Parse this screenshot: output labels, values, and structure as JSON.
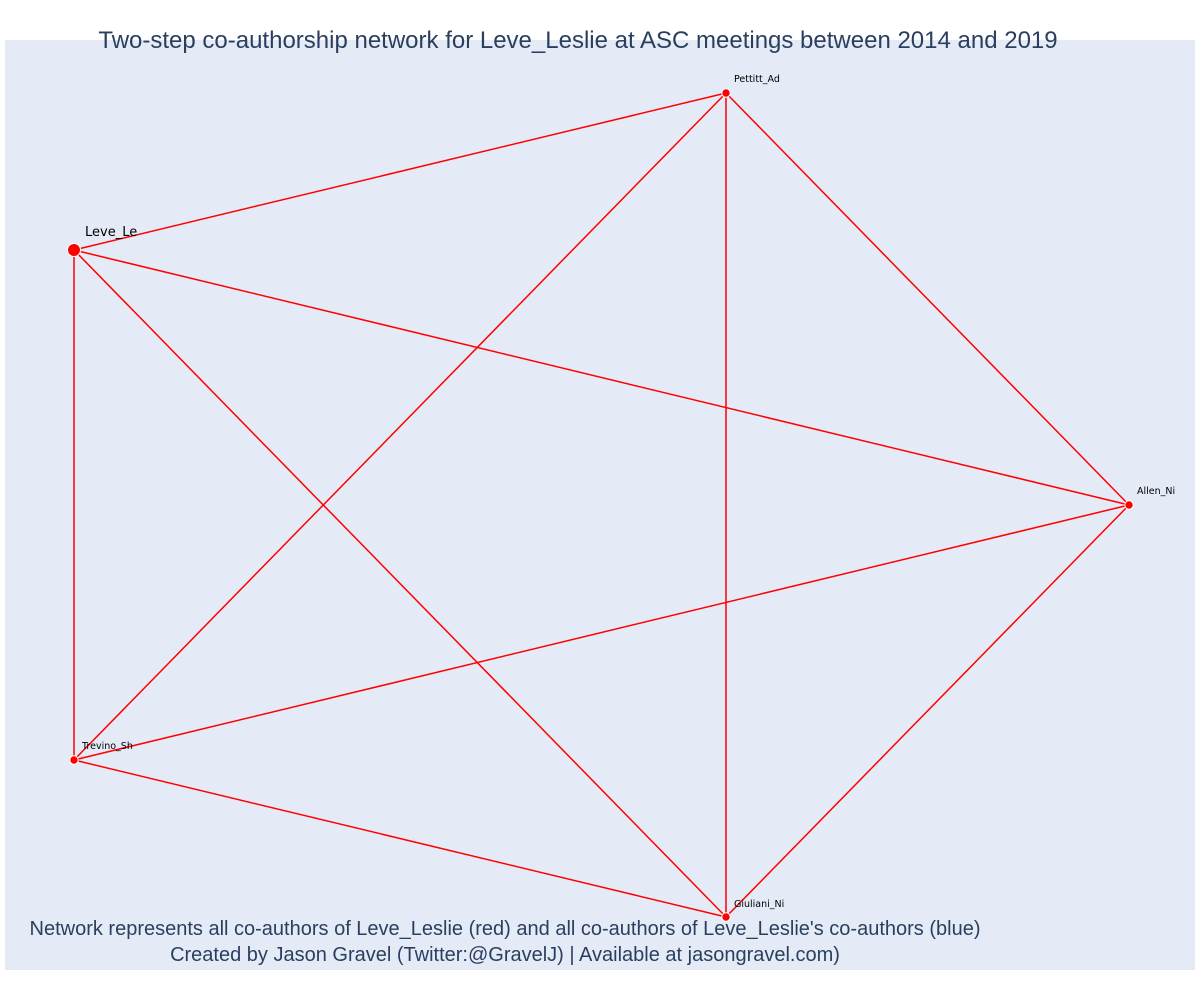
{
  "title": "Two-step co-authorship network for Leve_Leslie at ASC meetings between 2014 and 2019",
  "footer": {
    "line1": "Network represents all co-authors of Leve_Leslie (red) and all co-authors of Leve_Leslie's co-authors (blue)",
    "line2": "Created by Jason Gravel (Twitter:@GravelJ) | Available at jasongravel.com)"
  },
  "colors": {
    "edge": "#ff0000",
    "node": "#ff0000",
    "plot_background": "#e5ebf6",
    "title_text": "#2a3f5f"
  },
  "network": {
    "nodes": [
      {
        "id": "Leve_Le",
        "label": "Leve_Le",
        "role": "focal"
      },
      {
        "id": "Pettitt_Ad",
        "label": "Pettitt_Ad",
        "role": "coauthor"
      },
      {
        "id": "Allen_Ni",
        "label": "Allen_Ni",
        "role": "coauthor"
      },
      {
        "id": "Giuliani_Ni",
        "label": "Giuliani_Ni",
        "role": "coauthor"
      },
      {
        "id": "Trevino_Sh",
        "label": "Trevino_Sh",
        "role": "coauthor"
      }
    ],
    "edges": [
      [
        "Leve_Le",
        "Pettitt_Ad"
      ],
      [
        "Leve_Le",
        "Allen_Ni"
      ],
      [
        "Leve_Le",
        "Giuliani_Ni"
      ],
      [
        "Leve_Le",
        "Trevino_Sh"
      ],
      [
        "Pettitt_Ad",
        "Allen_Ni"
      ],
      [
        "Pettitt_Ad",
        "Giuliani_Ni"
      ],
      [
        "Pettitt_Ad",
        "Trevino_Sh"
      ],
      [
        "Allen_Ni",
        "Giuliani_Ni"
      ],
      [
        "Allen_Ni",
        "Trevino_Sh"
      ],
      [
        "Giuliani_Ni",
        "Trevino_Sh"
      ]
    ]
  }
}
